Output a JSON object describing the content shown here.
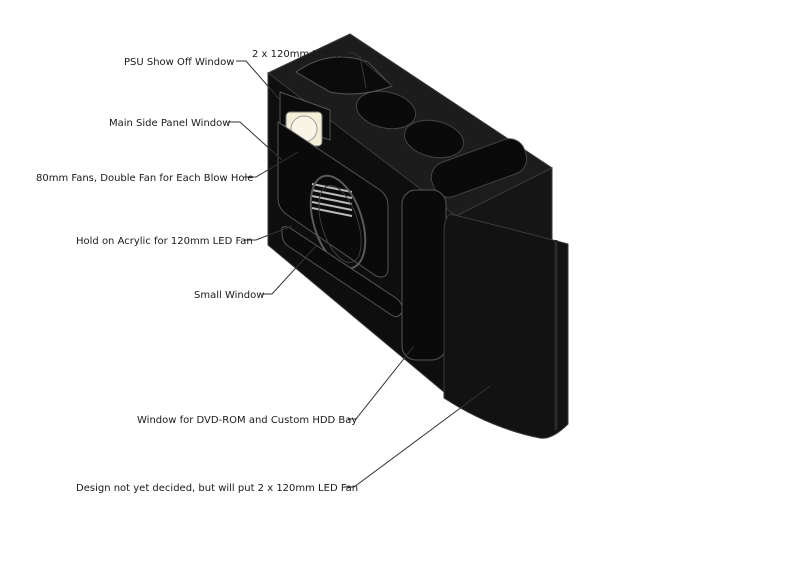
{
  "labels": {
    "psu_window": "PSU Show Off Window",
    "top_fans": "2 x 120mm LED Fan",
    "main_side_window": "Main Side Panel Window",
    "fans_80mm": "80mm Fans, Double Fan for Each Blow Hole",
    "acrylic_hole": "Hold on Acrylic for 120mm LED Fan",
    "small_window": "Small Window",
    "dvd_window": "Window for DVD-ROM and Custom HDD Bay",
    "front_design": "Design not yet decided, but will put 2 x 120mm LED Fan"
  },
  "colors": {
    "body": "#111111",
    "edge": "#3a3a3a",
    "fan_frame": "#f3efd7",
    "text": "#1a1a1a"
  }
}
